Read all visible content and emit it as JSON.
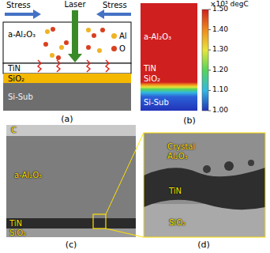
{
  "diagram": {
    "nodes": [
      {
        "text": [
          "a-Al₂O₃"
        ]
      },
      {
        "text": [
          "TiN"
        ]
      },
      {
        "text": [
          "SiO₂"
        ]
      },
      {
        "text": [
          "Si-Sub"
        ]
      },
      {
        "text": [
          "a-Al₂O₃"
        ]
      },
      {
        "text": [
          "TiN"
        ]
      },
      {
        "text": [
          "SiO₂"
        ]
      },
      {
        "text": [
          "Si-Sub"
        ]
      }
    ],
    "labels": [
      "Stress",
      "Laser",
      "Stress",
      "(a)",
      "×10³ degC",
      "1.50",
      "1.40",
      "1.30",
      "1.20",
      "1.10",
      "1.00",
      "(b)",
      "C",
      "a-Al₂O₃",
      "TiN",
      "SiO₂",
      "(c)",
      "Crystal Al₂O₃",
      "TiN",
      "SiO₂",
      "(d)"
    ],
    "legend": [
      {
        "text": "Al",
        "color": "#f0b323"
      },
      {
        "text": "O",
        "color": "#d9401f"
      }
    ]
  }
}
